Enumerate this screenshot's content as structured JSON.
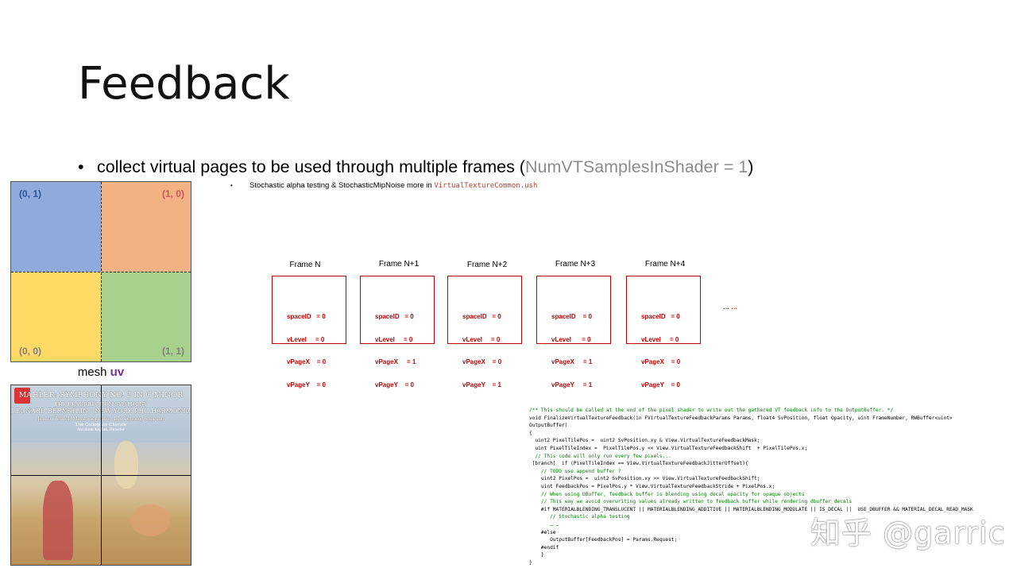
{
  "title": "Feedback",
  "bullet_main": {
    "text": "collect virtual pages to be used through multiple frames (",
    "gray": "NumVTSamplesInShader = 1",
    "close": ")"
  },
  "bullet_sub": {
    "text": "Stochastic alpha testing & StochasticMipNoise more in ",
    "code": "VirtualTextureCommon.ush"
  },
  "uv_grid": {
    "corners": {
      "top_left": "(0, 1)",
      "top_right": "(1, 0)",
      "bottom_left": "(0, 0)",
      "bottom_right": "(1, 1)"
    },
    "colors": {
      "top_left": "#8faadc",
      "top_right": "#f4b183",
      "bottom_left": "#ffd966",
      "bottom_right": "#a9d18e"
    }
  },
  "mesh_label": {
    "prefix": "mesh ",
    "uv": "uv"
  },
  "album": {
    "line1": "MAHLER: SYMPHONY NO. 2 IN C MINOR",
    "line2": "THE RESURRECTION SYMPHONY",
    "line3": "LEONARD BERNSTEIN · NEW YORK PHILHARMONIC",
    "line4": "Jennie Tourel, Mezzo-soprano · Lee Venora, Soprano",
    "line5": "The Collegiate Chorale",
    "line6": "Abraham Kaplan, Director"
  },
  "frames": [
    {
      "label": "Frame N",
      "spaceID": "= 0",
      "vLevel": "= 0",
      "vPageX": "= 0",
      "vPageY": "= 0"
    },
    {
      "label": "Frame N+1",
      "spaceID": "= 0",
      "vLevel": "= 0",
      "vPageX": "= 1",
      "vPageY": "= 0"
    },
    {
      "label": "Frame N+2",
      "spaceID": "= 0",
      "vLevel": "= 0",
      "vPageX": "= 0",
      "vPageY": "= 1"
    },
    {
      "label": "Frame N+3",
      "spaceID": "= 0",
      "vLevel": "= 0",
      "vPageX": "= 1",
      "vPageY": "= 1"
    },
    {
      "label": "Frame N+4",
      "spaceID": "= 0",
      "vLevel": "= 0",
      "vPageX": "= 0",
      "vPageY": "= 0"
    }
  ],
  "field_names": {
    "spaceID": "spaceID",
    "vLevel": "vLevel",
    "vPageX": "vPageX",
    "vPageY": "vPageY"
  },
  "ellipsis": "… …",
  "code_lines": [
    {
      "t": "/** This should be called at the end of the pixel shader to write out the gathered VT feedback info to the OutputBuffer. */",
      "c": "cm"
    },
    {
      "t": "void FinalizeVirtualTextureFeedback(in FVirtualTextureFeedbackParams Params, float4 SvPosition, float Opacity, uint FrameNumber, RWBuffer<uint>",
      "c": ""
    },
    {
      "t": "OutputBuffer)",
      "c": ""
    },
    {
      "t": "{",
      "c": ""
    },
    {
      "t": "  uint2 PixelTilePos =  uint2 SvPosition.xy & View.VirtualTextureFeedbackMask;",
      "c": ""
    },
    {
      "t": "  uint PixelTileIndex =  PixelTilePos.y << View.VirtualTextureFeedbackShift  + PixelTilePos.x;",
      "c": ""
    },
    {
      "t": "  // This code will only run every few pixels...",
      "c": "cm"
    },
    {
      "t": " [branch]  if (PixelTileIndex == View.VirtualTextureFeedbackJitterOffset){",
      "c": ""
    },
    {
      "t": "    // TODO use append buffer ?",
      "c": "cm"
    },
    {
      "t": "    uint2 PixelPos =  uint2 SvPosition.xy >> View.VirtualTextureFeedbackShift;",
      "c": ""
    },
    {
      "t": "    uint FeedbackPos = PixelPos.y * View.VirtualTextureFeedbackStride + PixelPos.x;",
      "c": ""
    },
    {
      "t": "    // When using DBuffer, feedback buffer is blending using decal opacity for opaque objects",
      "c": "cm"
    },
    {
      "t": "    // This way we avoid overwriting values already written to feedback buffer while rendering dbuffer decals",
      "c": "cm"
    },
    {
      "t": "    #if MATERIALBLENDING_TRANSLUCENT || MATERIALBLENDING_ADDITIVE || MATERIALBLENDING_MODULATE || IS_DECAL ||  USE_DBUFFER && MATERIAL_DECAL_READ_MASK",
      "c": ""
    },
    {
      "t": "       // Stochastic alpha testing",
      "c": "cm"
    },
    {
      "t": "       … …",
      "c": "cm"
    },
    {
      "t": "    #else",
      "c": ""
    },
    {
      "t": "       OutputBuffer[FeedbackPos] = Params.Request;",
      "c": ""
    },
    {
      "t": "    #endif",
      "c": ""
    },
    {
      "t": "    }",
      "c": ""
    },
    {
      "t": "}",
      "c": ""
    }
  ],
  "watermark": "知乎 @garric"
}
